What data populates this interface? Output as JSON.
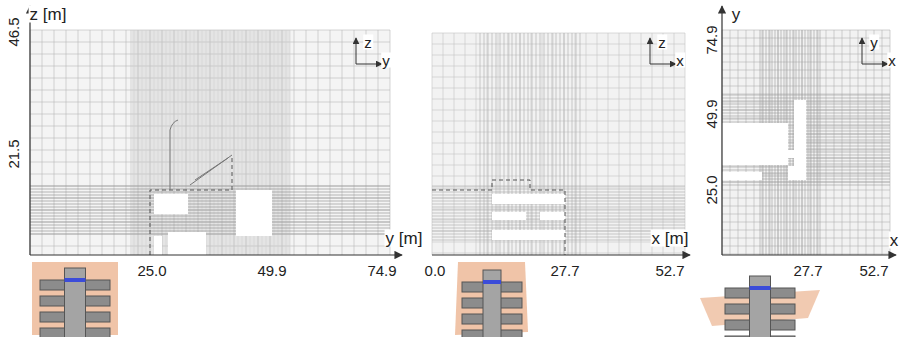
{
  "diagram": {
    "labels": [
      "z [m]",
      "46.5",
      "21.5",
      "y [m]",
      "25.0",
      "49.9",
      "74.9",
      "z",
      "y",
      "z",
      "x",
      "x [m]",
      "0.0",
      "27.7",
      "52.7",
      "y",
      "74.9",
      "49.9",
      "25.0",
      "y",
      "x",
      "27.7",
      "52.7",
      "x"
    ]
  }
}
